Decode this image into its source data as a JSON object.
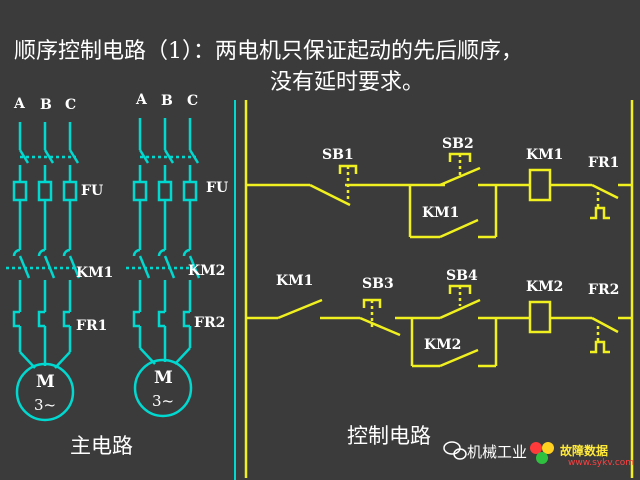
{
  "title": {
    "line1": "顺序控制电路（1）：两电机只保证起动的先后顺序，",
    "line2": "没有延时要求。"
  },
  "main_circuit": {
    "caption": "主电路",
    "motor1": {
      "phases": [
        "A",
        "B",
        "C"
      ],
      "fuse": "FU",
      "contactor": "KM1",
      "relay": "FR1",
      "motor_letter": "M",
      "motor_type": "3~"
    },
    "motor2": {
      "phases": [
        "A",
        "B",
        "C"
      ],
      "fuse": "FU",
      "contactor": "KM2",
      "relay": "FR2",
      "motor_letter": "M",
      "motor_type": "3~"
    }
  },
  "control_circuit": {
    "caption": "控制电路",
    "rung1": {
      "sb1": "SB1",
      "sb2": "SB2",
      "hold": "KM1",
      "coil": "KM1",
      "fr": "FR1"
    },
    "rung2": {
      "interlock": "KM1",
      "sb3": "SB3",
      "sb4": "SB4",
      "hold": "KM2",
      "coil": "KM2",
      "fr": "FR2"
    }
  },
  "watermark": {
    "text": "机械工业",
    "brand": "故障数据",
    "url": "www.sykv.com"
  },
  "colors": {
    "background": "#3b3b3b",
    "main_wire": "#00d8d0",
    "control_wire": "#f0f020",
    "text": "#ffffff"
  }
}
